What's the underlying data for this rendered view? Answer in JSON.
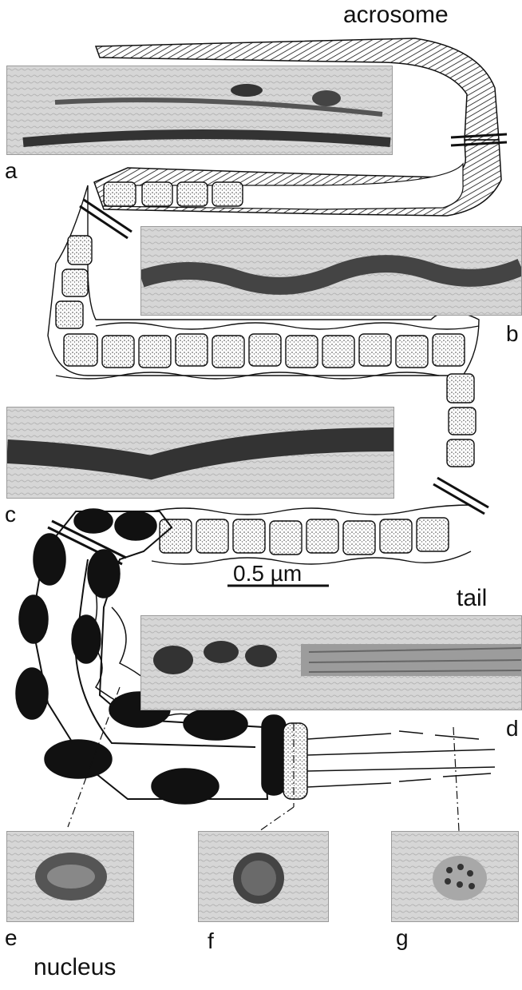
{
  "labels": {
    "acrosome": "acrosome",
    "tail": "tail",
    "nucleus": "nucleus",
    "scale_bar": "0.5 µm"
  },
  "panels": [
    {
      "id": "a",
      "letter": "a"
    },
    {
      "id": "b",
      "letter": "b"
    },
    {
      "id": "c",
      "letter": "c"
    },
    {
      "id": "d",
      "letter": "d"
    },
    {
      "id": "e",
      "letter": "e"
    },
    {
      "id": "f",
      "letter": "f"
    },
    {
      "id": "g",
      "letter": "g"
    }
  ],
  "colors": {
    "ink": "#111111",
    "micrograph_bg": "#d9d9d9",
    "micrograph_dark": "#3c3c3c",
    "stipple": "#555555"
  }
}
